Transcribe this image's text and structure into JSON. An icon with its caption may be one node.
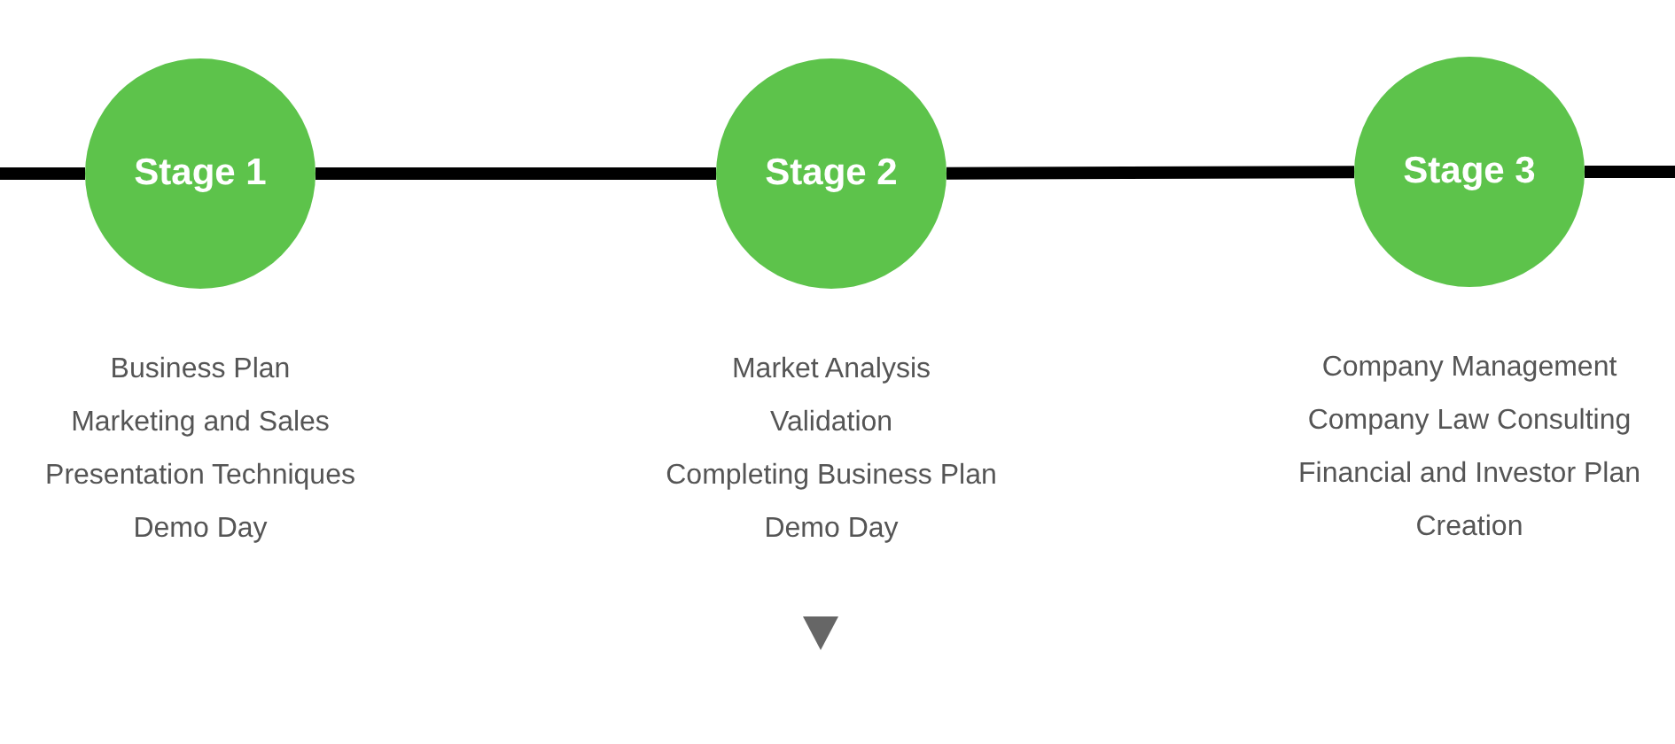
{
  "diagram": {
    "nodes": [
      {
        "text": [
          "Stage 1"
        ],
        "beside": [
          "Business Plan",
          "Marketing and Sales",
          "Presentation Techniques",
          "Demo Day"
        ]
      },
      {
        "text": [
          "Stage 2"
        ],
        "beside": [
          "Market Analysis",
          "Validation",
          "Completing Business Plan",
          "Demo Day"
        ]
      },
      {
        "text": [
          "Stage 3"
        ],
        "beside": [
          "Company Management",
          "Company Law Consulting",
          "Financial and Investor Plan Creation"
        ]
      }
    ],
    "edges": [
      {
        "from": null,
        "to": 0,
        "arrow": "none"
      },
      {
        "from": 0,
        "to": 1,
        "arrow": "none"
      },
      {
        "from": 1,
        "to": 2,
        "arrow": "none"
      },
      {
        "from": 2,
        "to": null,
        "arrow": "none"
      }
    ]
  }
}
